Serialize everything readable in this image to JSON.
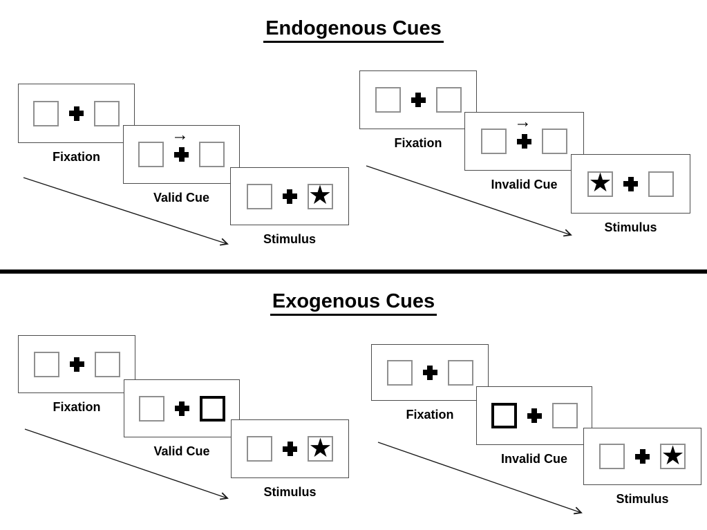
{
  "colors": {
    "background": "#ffffff",
    "panel_border": "#4a4a4a",
    "box_border": "#8f8f8f",
    "ink": "#000000"
  },
  "icons": {
    "star": "★",
    "cue_arrow": "→"
  },
  "sections": [
    {
      "title": "Endogenous Cues",
      "groups": [
        {
          "name": "valid-trial",
          "panels": [
            {
              "label": "Fixation",
              "left_box": "empty",
              "right_box": "empty",
              "center": "cross"
            },
            {
              "label": "Valid Cue",
              "left_box": "empty",
              "right_box": "empty",
              "center": "cross-with-right-arrow"
            },
            {
              "label": "Stimulus",
              "left_box": "empty",
              "right_box": "star",
              "center": "cross"
            }
          ]
        },
        {
          "name": "invalid-trial",
          "panels": [
            {
              "label": "Fixation",
              "left_box": "empty",
              "right_box": "empty",
              "center": "cross"
            },
            {
              "label": "Invalid Cue",
              "left_box": "empty",
              "right_box": "empty",
              "center": "cross-with-right-arrow"
            },
            {
              "label": "Stimulus",
              "left_box": "star",
              "right_box": "empty",
              "center": "cross"
            }
          ]
        }
      ]
    },
    {
      "title": "Exogenous Cues",
      "groups": [
        {
          "name": "valid-trial",
          "panels": [
            {
              "label": "Fixation",
              "left_box": "empty",
              "right_box": "empty",
              "center": "cross"
            },
            {
              "label": "Valid Cue",
              "left_box": "empty",
              "right_box": "highlighted",
              "center": "cross"
            },
            {
              "label": "Stimulus",
              "left_box": "empty",
              "right_box": "star",
              "center": "cross"
            }
          ]
        },
        {
          "name": "invalid-trial",
          "panels": [
            {
              "label": "Fixation",
              "left_box": "empty",
              "right_box": "empty",
              "center": "cross"
            },
            {
              "label": "Invalid Cue",
              "left_box": "highlighted",
              "right_box": "empty",
              "center": "cross"
            },
            {
              "label": "Stimulus",
              "left_box": "empty",
              "right_box": "star",
              "center": "cross"
            }
          ]
        }
      ]
    }
  ]
}
